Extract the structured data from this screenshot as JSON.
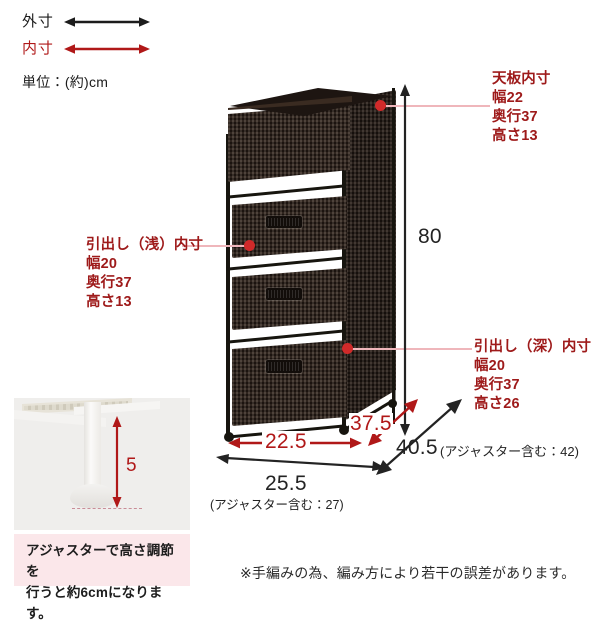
{
  "legend": {
    "outer_label": "外寸",
    "inner_label": "内寸",
    "unit_text": "単位：(約)cm",
    "outer_arrow_icon": "double-arrow-black-icon",
    "inner_arrow_icon": "double-arrow-red-icon"
  },
  "colors": {
    "red": "#b01818",
    "annotation_red": "#9e1a1a",
    "leader_pink": "#efb6bb",
    "dot_red": "#d02a2a",
    "black": "#232323",
    "note_bg": "#fbe7ea",
    "wicker_dark": "#33251d",
    "frame_black": "#17150f"
  },
  "annotations": {
    "top_box": {
      "title": "天板内寸",
      "width": "幅22",
      "depth": "奥行37",
      "height": "高さ13"
    },
    "shallow_drawer": {
      "title": "引出し（浅）内寸",
      "width": "幅20",
      "depth": "奥行37",
      "height": "高さ13"
    },
    "deep_drawer": {
      "title": "引出し（深）内寸",
      "width": "幅20",
      "depth": "奥行37",
      "height": "高さ26"
    }
  },
  "dimensions": {
    "total_height": "80",
    "inner_width": "22.5",
    "inner_depth": "37.5",
    "outer_depth": "40.5",
    "outer_depth_note": "(アジャスター含む：42)",
    "outer_width": "25.5",
    "outer_width_note": "(アジャスター含む：27)",
    "adjuster_height": "5"
  },
  "inset": {
    "note": "アジャスターで高さ調節を\n行うと約6cmになります。",
    "note_line1": "アジャスターで高さ調節を",
    "note_line2": "行うと約6cmになります。"
  },
  "disclaimer": "※手編みの為、編み方により若干の誤差があります。",
  "product": {
    "alt": "ラタン調 4段チェスト",
    "tiers": [
      {
        "name": "top-open-box",
        "type": "deep"
      },
      {
        "name": "shallow-drawer-1",
        "type": "shallow"
      },
      {
        "name": "shallow-drawer-2",
        "type": "shallow"
      },
      {
        "name": "deep-drawer",
        "type": "deep"
      }
    ]
  }
}
